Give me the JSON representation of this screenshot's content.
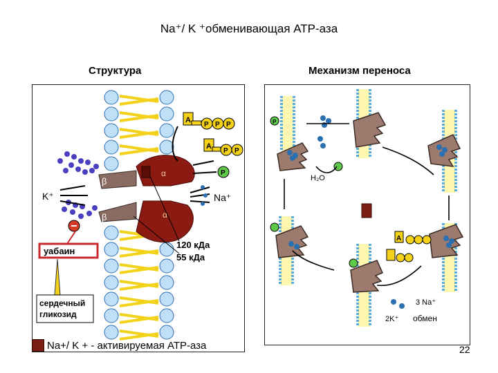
{
  "slide": {
    "title": "Na⁺/ K ⁺обменивающая АТР-аза",
    "footer": "Na+/ K + - активируемая АТР-аза",
    "page_number": "22"
  },
  "structure": {
    "heading": "Структура",
    "labels": {
      "k": "K⁺",
      "na": "Na⁺",
      "beta1": "β",
      "beta2": "β",
      "alpha1": "α",
      "alpha2": "α",
      "p1": "P",
      "p2": "P",
      "p3": "P",
      "a1": "A",
      "a2": "A",
      "mass1": "120 кДа",
      "mass2": "55 кДа",
      "ouabain": "уабаин",
      "glycoside_line1": "сердечный",
      "glycoside_line2": "гликозид"
    }
  },
  "mechanism": {
    "heading": "Механизм переноса",
    "labels": {
      "water": "H₂O",
      "three_na": "3 Na⁺",
      "two_k": "2K⁺",
      "exchange": "обмен",
      "p": "P",
      "a": "A"
    }
  }
}
